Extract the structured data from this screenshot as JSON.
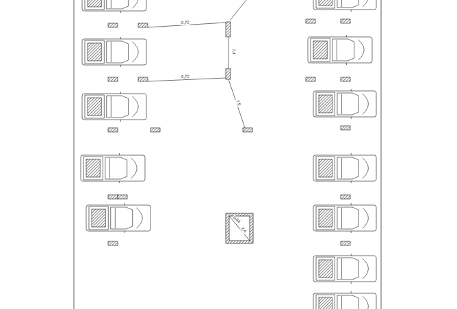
{
  "diagram": {
    "labels": [
      "0,72",
      "7,4",
      "0,72",
      "7,5",
      "0,64",
      "2,4"
    ]
  }
}
